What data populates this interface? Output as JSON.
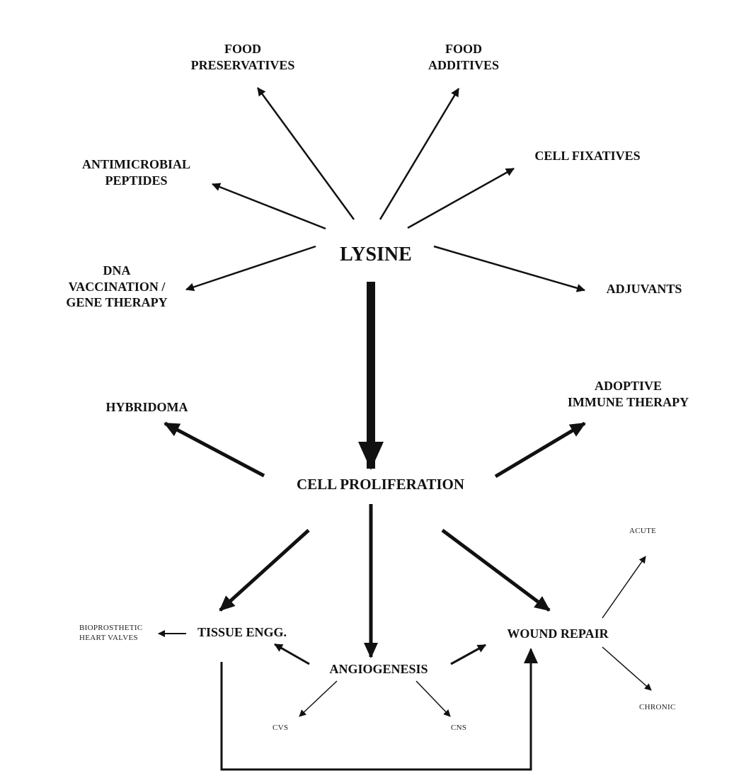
{
  "nodes": {
    "lysine": "LYSINE",
    "food_preservatives": [
      "FOOD",
      "PRESERVATIVES"
    ],
    "food_additives": [
      "FOOD",
      "ADDITIVES"
    ],
    "antimicrobial_peptides": [
      "ANTIMICROBIAL",
      "PEPTIDES"
    ],
    "cell_fixatives": "CELL FIXATIVES",
    "dna_vaccination": [
      "DNA",
      "VACCINATION /",
      "GENE THERAPY"
    ],
    "adjuvants": "ADJUVANTS",
    "hybridoma": "HYBRIDOMA",
    "adoptive_immune_therapy": [
      "ADOPTIVE",
      "IMMUNE THERAPY"
    ],
    "cell_proliferation": "CELL PROLIFERATION",
    "tissue_engg": "TISSUE ENGG.",
    "bioprosthetic_heart_valves": [
      "BIOPROSTHETIC",
      "HEART VALVES"
    ],
    "angiogenesis": "ANGIOGENESIS",
    "wound_repair": "WOUND REPAIR",
    "acute": "ACUTE",
    "chronic": "CHRONIC",
    "cvs": "CVS",
    "cns": "CNS"
  },
  "edges": [
    {
      "from": "lysine",
      "to": "food_preservatives"
    },
    {
      "from": "lysine",
      "to": "food_additives"
    },
    {
      "from": "lysine",
      "to": "antimicrobial_peptides"
    },
    {
      "from": "lysine",
      "to": "cell_fixatives"
    },
    {
      "from": "lysine",
      "to": "dna_vaccination"
    },
    {
      "from": "lysine",
      "to": "adjuvants"
    },
    {
      "from": "lysine",
      "to": "cell_proliferation"
    },
    {
      "from": "cell_proliferation",
      "to": "hybridoma"
    },
    {
      "from": "cell_proliferation",
      "to": "adoptive_immune_therapy"
    },
    {
      "from": "cell_proliferation",
      "to": "tissue_engg"
    },
    {
      "from": "cell_proliferation",
      "to": "angiogenesis"
    },
    {
      "from": "cell_proliferation",
      "to": "wound_repair"
    },
    {
      "from": "tissue_engg",
      "to": "bioprosthetic_heart_valves"
    },
    {
      "from": "tissue_engg",
      "to": "wound_repair"
    },
    {
      "from": "angiogenesis",
      "to": "tissue_engg"
    },
    {
      "from": "angiogenesis",
      "to": "wound_repair"
    },
    {
      "from": "angiogenesis",
      "to": "cvs"
    },
    {
      "from": "angiogenesis",
      "to": "cns"
    },
    {
      "from": "wound_repair",
      "to": "acute"
    },
    {
      "from": "wound_repair",
      "to": "chronic"
    }
  ]
}
